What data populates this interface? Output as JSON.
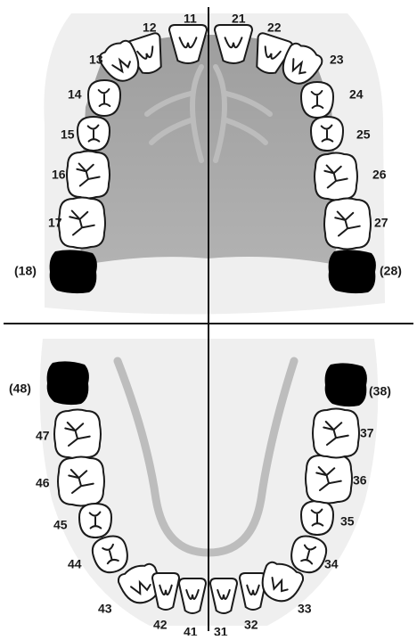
{
  "upper_teeth": [
    {
      "label": "11",
      "kind": "incisor",
      "missing": false
    },
    {
      "label": "12",
      "kind": "incisor",
      "missing": false
    },
    {
      "label": "13",
      "kind": "canine",
      "missing": false
    },
    {
      "label": "14",
      "kind": "premolar",
      "missing": false
    },
    {
      "label": "15",
      "kind": "premolar",
      "missing": false
    },
    {
      "label": "16",
      "kind": "molar",
      "missing": false
    },
    {
      "label": "17",
      "kind": "molar",
      "missing": false
    },
    {
      "label": "(18)",
      "kind": "molar",
      "missing": true
    },
    {
      "label": "21",
      "kind": "incisor",
      "missing": false
    },
    {
      "label": "22",
      "kind": "incisor",
      "missing": false
    },
    {
      "label": "23",
      "kind": "canine",
      "missing": false
    },
    {
      "label": "24",
      "kind": "premolar",
      "missing": false
    },
    {
      "label": "25",
      "kind": "premolar",
      "missing": false
    },
    {
      "label": "26",
      "kind": "molar",
      "missing": false
    },
    {
      "label": "27",
      "kind": "molar",
      "missing": false
    },
    {
      "label": "(28)",
      "kind": "molar",
      "missing": true
    }
  ],
  "lower_teeth": [
    {
      "label": "(48)",
      "kind": "molar",
      "missing": true
    },
    {
      "label": "47",
      "kind": "molar",
      "missing": false
    },
    {
      "label": "46",
      "kind": "molar",
      "missing": false
    },
    {
      "label": "45",
      "kind": "premolar",
      "missing": false
    },
    {
      "label": "44",
      "kind": "premolar",
      "missing": false
    },
    {
      "label": "43",
      "kind": "canine",
      "missing": false
    },
    {
      "label": "42",
      "kind": "incisor",
      "missing": false
    },
    {
      "label": "41",
      "kind": "incisor",
      "missing": false
    },
    {
      "label": "31",
      "kind": "incisor",
      "missing": false
    },
    {
      "label": "32",
      "kind": "incisor",
      "missing": false
    },
    {
      "label": "33",
      "kind": "canine",
      "missing": false
    },
    {
      "label": "34",
      "kind": "premolar",
      "missing": false
    },
    {
      "label": "35",
      "kind": "premolar",
      "missing": false
    },
    {
      "label": "36",
      "kind": "molar",
      "missing": false
    },
    {
      "label": "37",
      "kind": "molar",
      "missing": false
    },
    {
      "label": "(38)",
      "kind": "molar",
      "missing": true
    }
  ],
  "colors": {
    "outer_bg": "#efefef",
    "palate": "#a9a9a9",
    "lower_arch_band": "#bdbdbd",
    "tooth_fill": "#ffffff",
    "tooth_stroke": "#1a1a1a",
    "missing_tooth": "#000000",
    "axis": "#111111"
  }
}
